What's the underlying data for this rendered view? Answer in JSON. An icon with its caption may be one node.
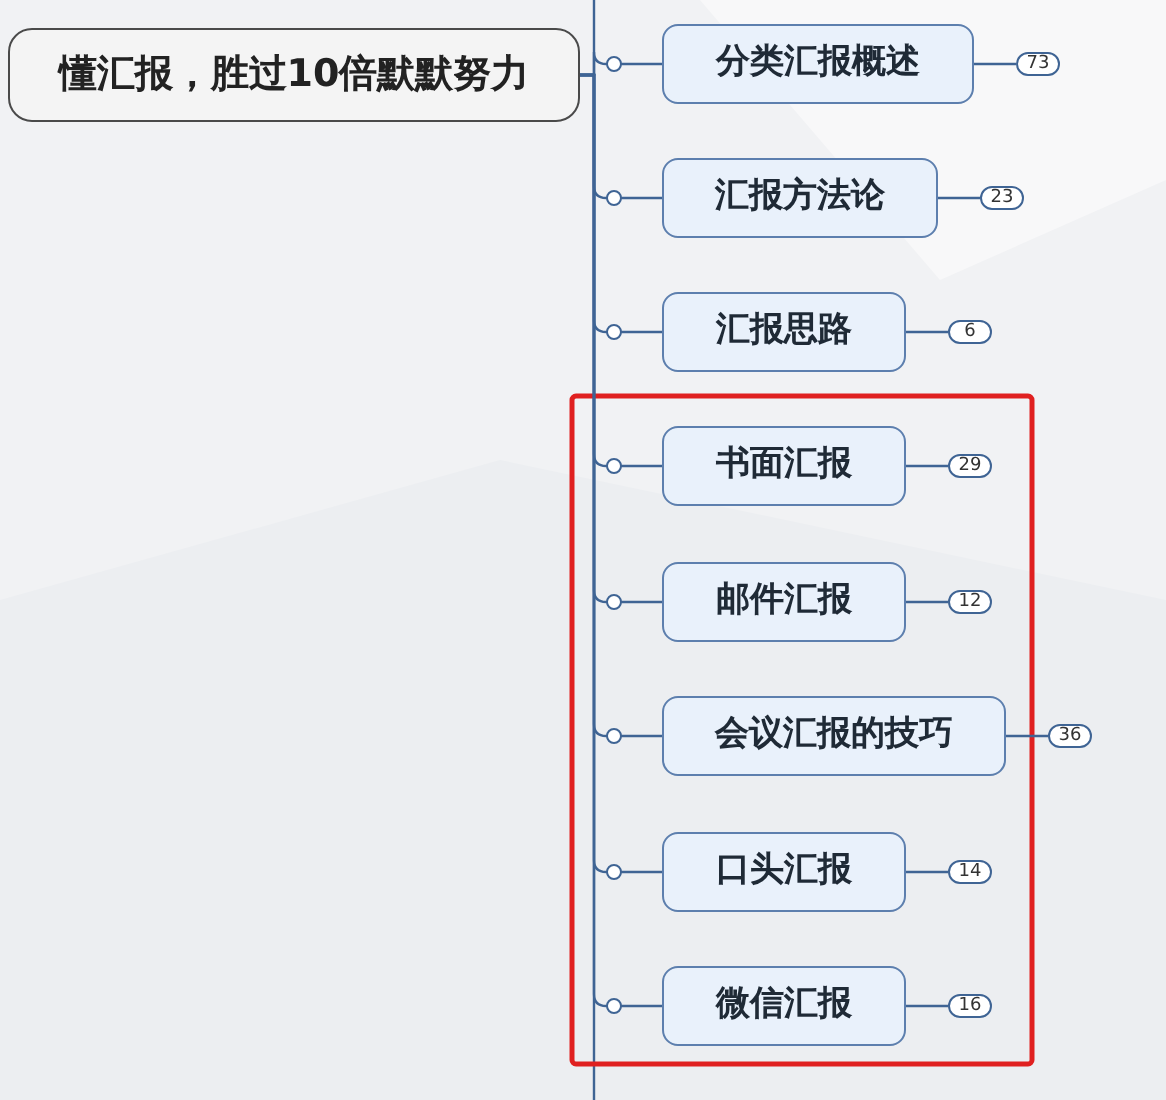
{
  "diagram": {
    "nodes": [
      {
        "text": [
          "懂汇报，胜过10倍默默努力"
        ]
      },
      {
        "text": [
          "分类汇报概述"
        ]
      },
      {
        "text": [
          "73"
        ]
      },
      {
        "text": [
          "汇报方法论"
        ]
      },
      {
        "text": [
          "23"
        ]
      },
      {
        "text": [
          "汇报思路"
        ]
      },
      {
        "text": [
          "6"
        ]
      },
      {
        "text": [
          "书面汇报"
        ]
      },
      {
        "text": [
          "29"
        ]
      },
      {
        "text": [
          "邮件汇报"
        ]
      },
      {
        "text": [
          "12"
        ]
      },
      {
        "text": [
          "会议汇报的技巧"
        ]
      },
      {
        "text": [
          "36"
        ]
      },
      {
        "text": [
          "口头汇报"
        ]
      },
      {
        "text": [
          "14"
        ]
      },
      {
        "text": [
          "微信汇报"
        ]
      },
      {
        "text": [
          "16"
        ]
      }
    ],
    "edges": [
      {
        "from": 0,
        "to": 1,
        "arrow": "none"
      },
      {
        "from": 1,
        "to": 2,
        "arrow": "none"
      },
      {
        "from": 0,
        "to": 3,
        "arrow": "none"
      },
      {
        "from": 3,
        "to": 4,
        "arrow": "none"
      },
      {
        "from": 0,
        "to": 5,
        "arrow": "none"
      },
      {
        "from": 5,
        "to": 6,
        "arrow": "none"
      },
      {
        "from": 0,
        "to": 7,
        "arrow": "none"
      },
      {
        "from": 7,
        "to": 8,
        "arrow": "none"
      },
      {
        "from": 0,
        "to": 9,
        "arrow": "none"
      },
      {
        "from": 9,
        "to": 10,
        "arrow": "none"
      },
      {
        "from": 0,
        "to": 11,
        "arrow": "none"
      },
      {
        "from": 11,
        "to": 12,
        "arrow": "none"
      },
      {
        "from": 0,
        "to": 13,
        "arrow": "none"
      },
      {
        "from": 13,
        "to": 14,
        "arrow": "none"
      },
      {
        "from": 0,
        "to": 15,
        "arrow": "none"
      },
      {
        "from": 15,
        "to": 16,
        "arrow": "none"
      }
    ]
  }
}
